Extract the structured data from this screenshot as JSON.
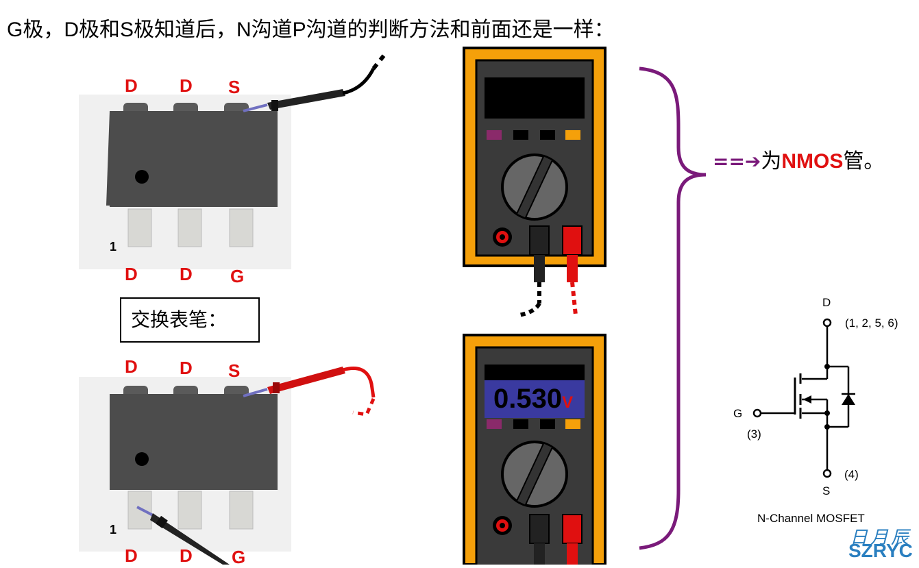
{
  "title": "G极，D极和S极知道后，N沟道P沟道的判断方法和前面还是一样：",
  "chip_top": {
    "pins_top": [
      "D",
      "D",
      "S"
    ],
    "pins_bottom": [
      "D",
      "D",
      "G"
    ],
    "pin1_marker": "1"
  },
  "swap_label": "交换表笔：",
  "chip_bottom": {
    "pins_top": [
      "D",
      "D",
      "S"
    ],
    "pins_bottom": [
      "D",
      "D",
      "G"
    ],
    "pin1_marker": "1"
  },
  "meter_bottom": {
    "reading": "0.530",
    "unit": "V"
  },
  "result": {
    "arrow": "==➔",
    "prefix": "为",
    "type": "NMOS",
    "suffix": "管。"
  },
  "schematic": {
    "drain_label": "D",
    "drain_pins": "(1, 2, 5, 6)",
    "gate_label": "G",
    "gate_pin": "(3)",
    "source_label": "S",
    "source_pin": "(4)",
    "caption": "N-Channel MOSFET"
  },
  "logo": {
    "cn": "日月辰",
    "en": "SZRYC"
  },
  "colors": {
    "label_red": "#e01010",
    "brace_purple": "#7a1a7a",
    "meter_orange": "#f5a00a",
    "meter_body": "#3a3a3a",
    "display_blue": "#3a3aa0",
    "logo_blue": "#2a7fc0"
  }
}
